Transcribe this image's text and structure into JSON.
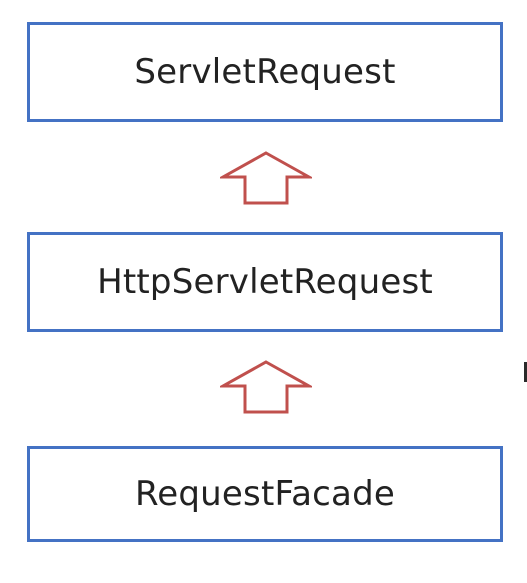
{
  "diagram": {
    "nodes": [
      {
        "id": "servlet-request",
        "label": "ServletRequest"
      },
      {
        "id": "http-servlet-request",
        "label": "HttpServletRequest"
      },
      {
        "id": "request-facade",
        "label": "RequestFacade"
      }
    ],
    "edges": [
      {
        "from": "http-servlet-request",
        "to": "servlet-request",
        "style": "hollow-up-arrow"
      },
      {
        "from": "request-facade",
        "to": "http-servlet-request",
        "style": "hollow-up-arrow"
      }
    ]
  },
  "colors": {
    "box_border": "#4472C4",
    "arrow_outline": "#C0504D",
    "text": "#222222"
  }
}
